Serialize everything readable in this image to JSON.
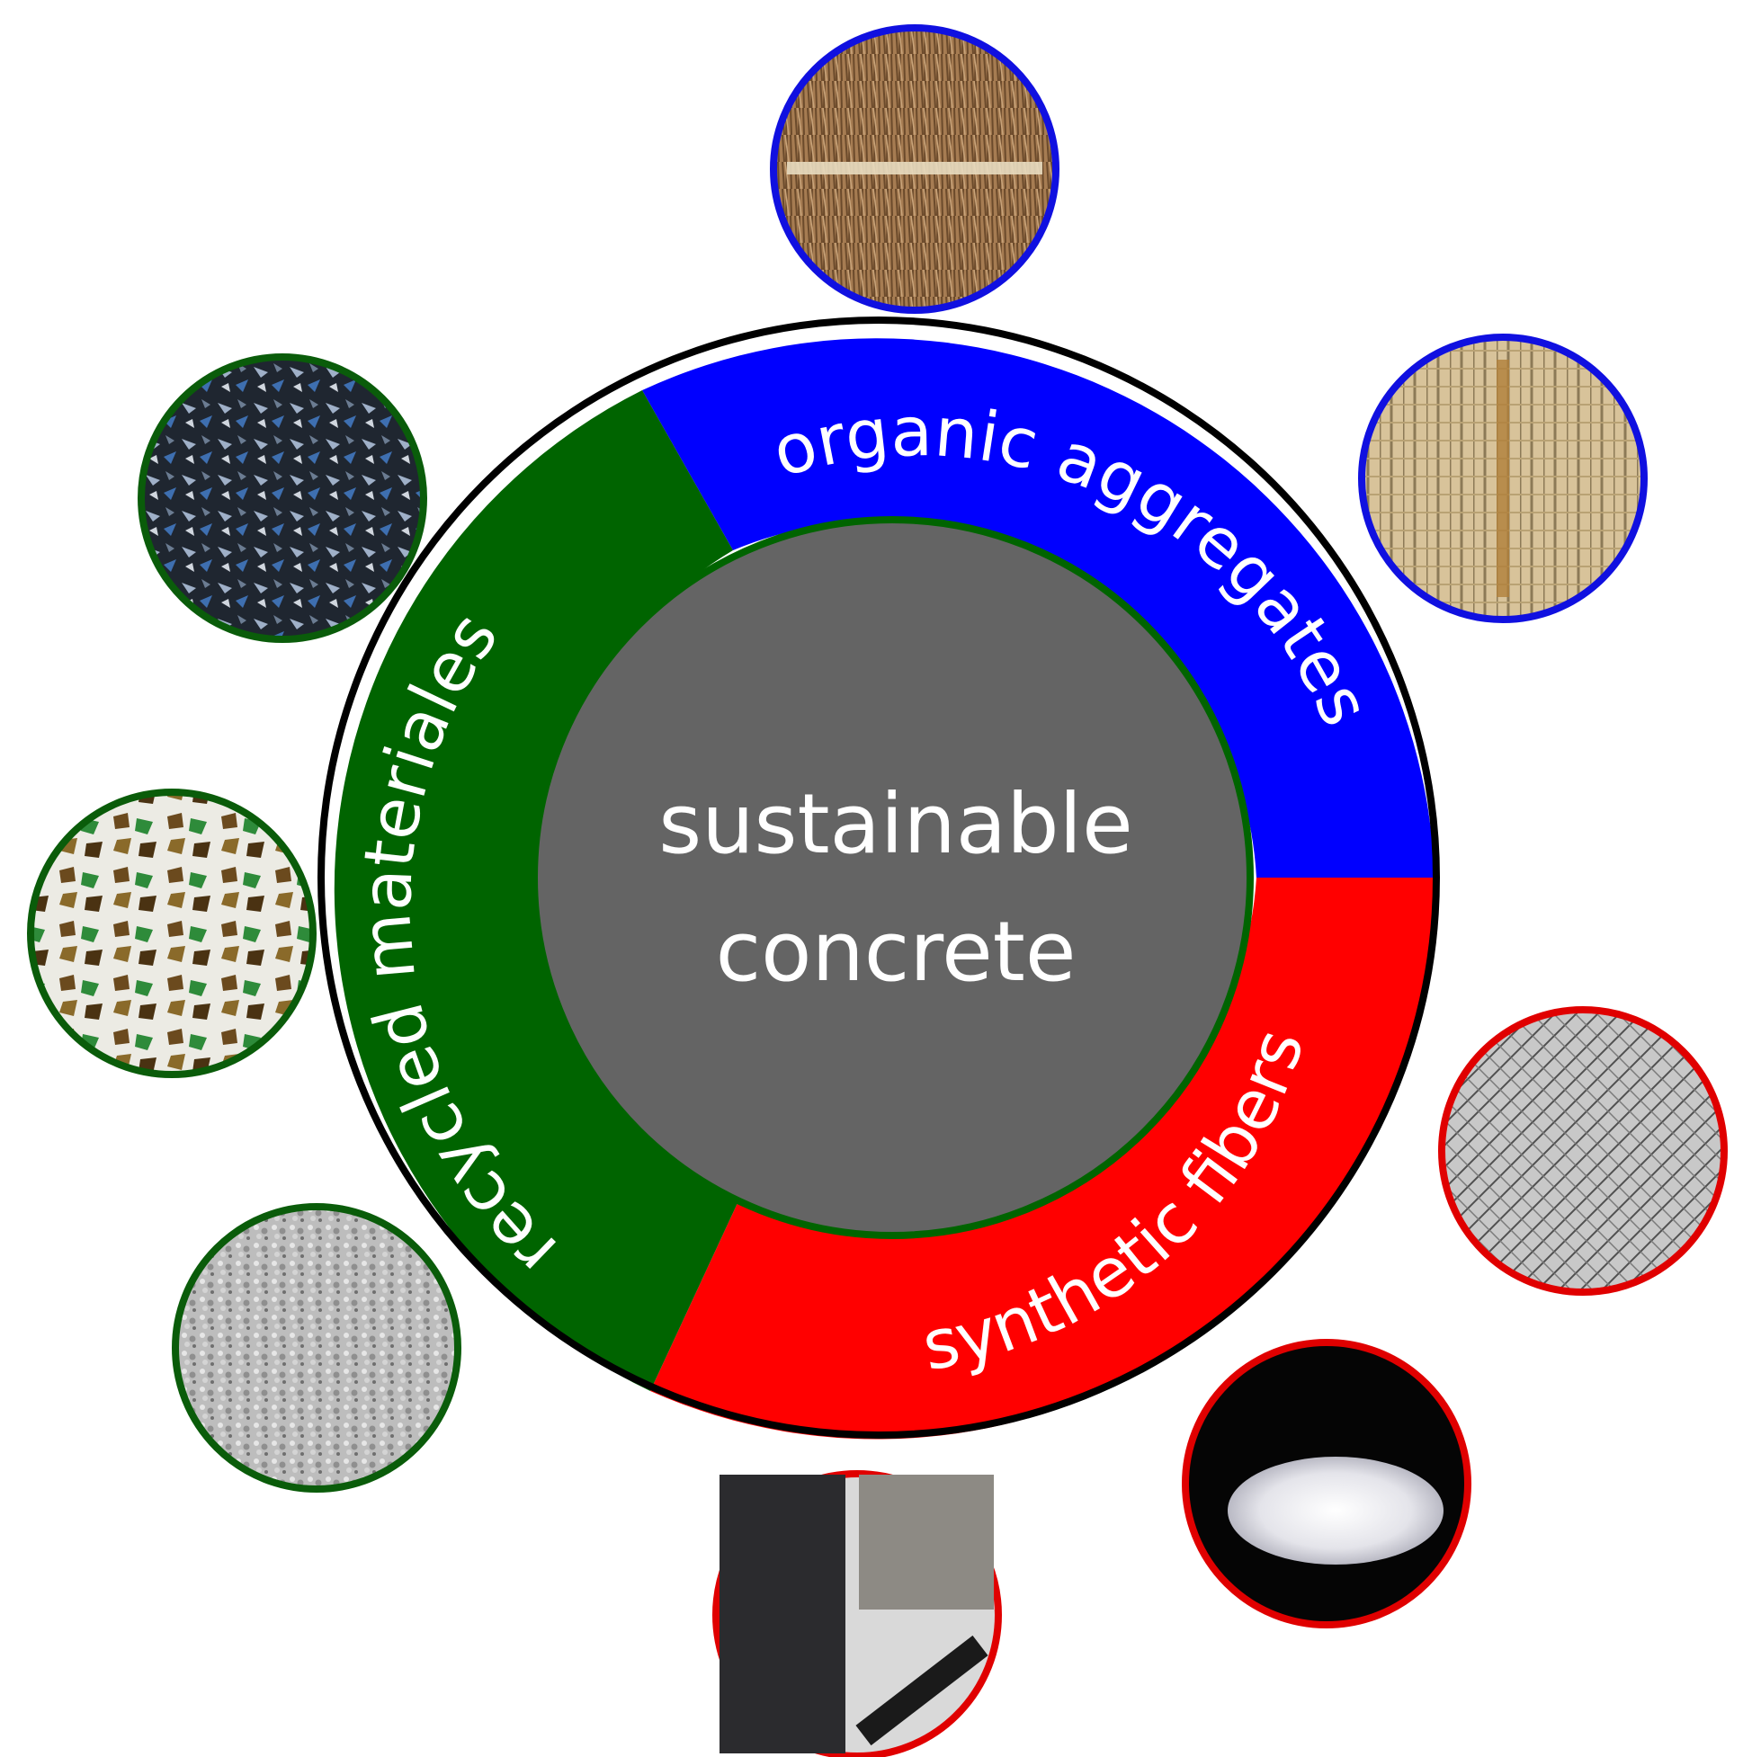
{
  "center": {
    "line1": "sustainable",
    "line2": "concrete",
    "fill": "#646464",
    "border": "#006400"
  },
  "segments": [
    {
      "id": "organic",
      "label": "organic aggregates",
      "color": "#0000ff"
    },
    {
      "id": "synthetic",
      "label": "synthetic fibers",
      "color": "#ff0000"
    },
    {
      "id": "recycled",
      "label": "recycled materiales",
      "color": "#006400"
    }
  ],
  "photos": [
    {
      "id": "photo-organic-1",
      "group": "organic",
      "icon": "coconut-fiber-bundle-photo",
      "border": "#1010e0"
    },
    {
      "id": "photo-organic-2",
      "group": "organic",
      "icon": "bamboo-mats-photo",
      "border": "#1010e0"
    },
    {
      "id": "photo-synthetic-1",
      "group": "synthetic",
      "icon": "steel-fibers-photo",
      "border": "#e00000"
    },
    {
      "id": "photo-synthetic-2",
      "group": "synthetic",
      "icon": "white-fiber-pile-photo",
      "border": "#e00000"
    },
    {
      "id": "photo-synthetic-3",
      "group": "synthetic",
      "icon": "frp-column-rebar-photo",
      "border": "#e00000"
    },
    {
      "id": "photo-recycled-1",
      "group": "recycled",
      "icon": "plastic-scrap-photo",
      "border": "#0a5c0a"
    },
    {
      "id": "photo-recycled-2",
      "group": "recycled",
      "icon": "crushed-glass-photo",
      "border": "#0a5c0a"
    },
    {
      "id": "photo-recycled-3",
      "group": "recycled",
      "icon": "crushed-aggregate-photo",
      "border": "#0a5c0a"
    }
  ]
}
